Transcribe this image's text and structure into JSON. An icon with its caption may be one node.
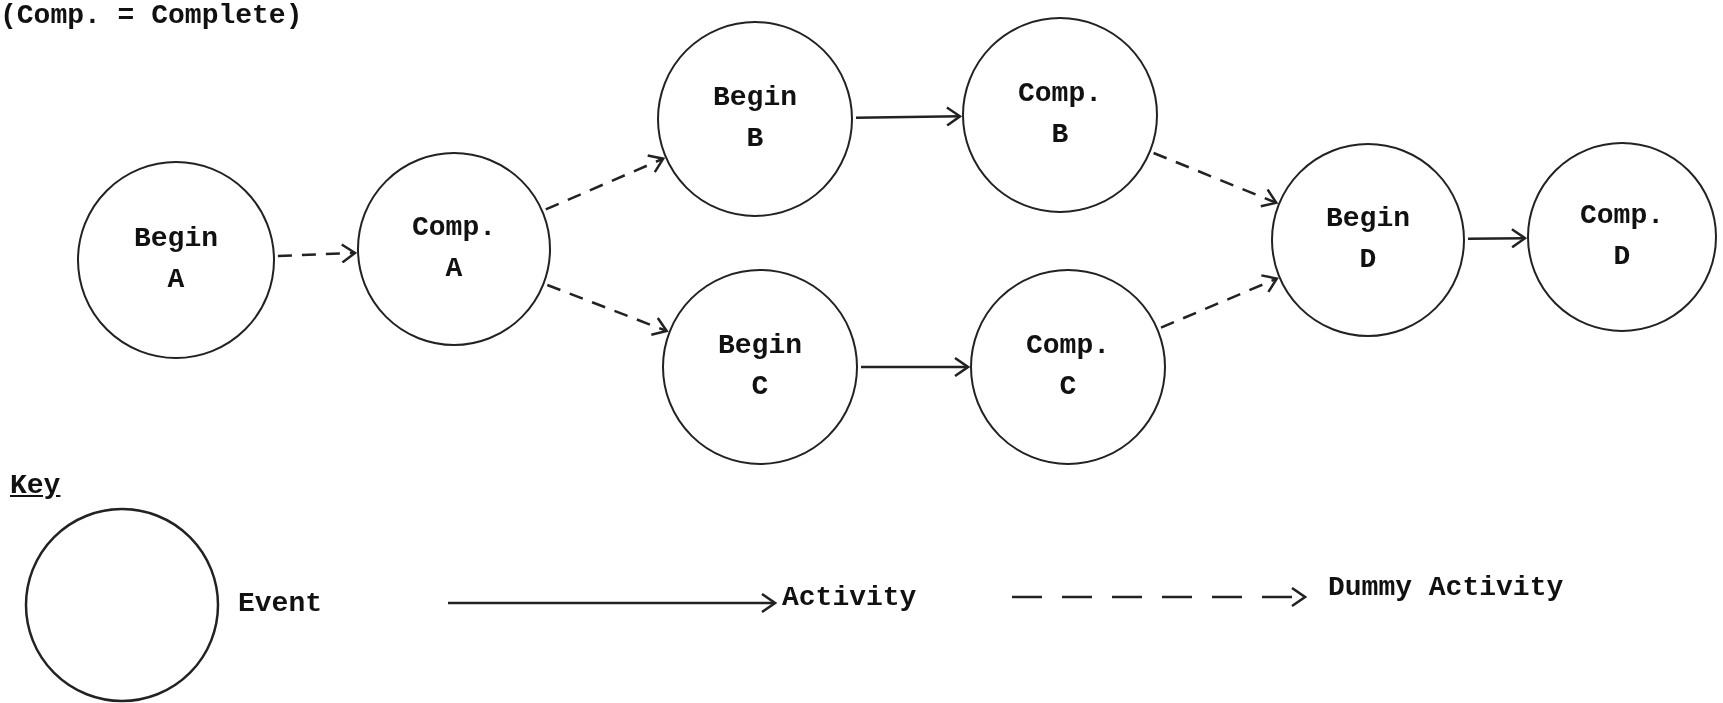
{
  "diagram": {
    "nodes": [
      {
        "text": [
          "Begin A"
        ]
      },
      {
        "text": [
          "Comp. A"
        ]
      },
      {
        "text": [
          "Begin B"
        ]
      },
      {
        "text": [
          "Comp. B"
        ]
      },
      {
        "text": [
          "Begin C"
        ]
      },
      {
        "text": [
          "Comp. C"
        ]
      },
      {
        "text": [
          "Begin D"
        ]
      },
      {
        "text": [
          "Comp. D"
        ]
      }
    ],
    "edges": [
      {
        "from": 0,
        "to": 1,
        "arrow": "to",
        "style": "dashed"
      },
      {
        "from": 1,
        "to": 2,
        "arrow": "to",
        "style": "dashed"
      },
      {
        "from": 1,
        "to": 4,
        "arrow": "to",
        "style": "dashed"
      },
      {
        "from": 2,
        "to": 3,
        "arrow": "to"
      },
      {
        "from": 3,
        "to": 6,
        "arrow": "to",
        "style": "dashed"
      },
      {
        "from": 4,
        "to": 5,
        "arrow": "to"
      },
      {
        "from": 5,
        "to": 6,
        "arrow": "to",
        "style": "dashed"
      },
      {
        "from": 6,
        "to": 7,
        "arrow": "to"
      }
    ],
    "labels": [
      "(Comp. = Complete)",
      "Key"
    ],
    "legend": [
      {
        "text": "Event"
      },
      {
        "text": "Activity"
      },
      {
        "text": "Dummy Activity"
      }
    ]
  }
}
